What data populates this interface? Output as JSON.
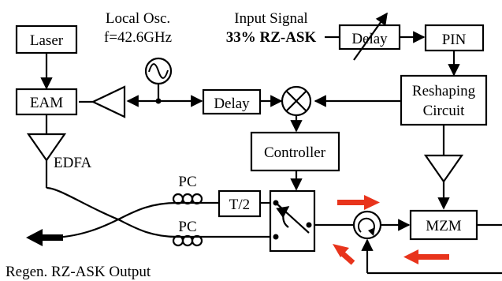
{
  "labels": {
    "laser": "Laser",
    "local_osc_line1": "Local Osc.",
    "local_osc_line2": "f=42.6GHz",
    "input_signal_line1": "Input Signal",
    "input_signal_line2": "33% RZ-ASK",
    "delay_top": "Delay",
    "pin": "PIN",
    "eam": "EAM",
    "delay_mid": "Delay",
    "reshaping_line1": "Reshaping",
    "reshaping_line2": "Circuit",
    "edfa": "EDFA",
    "controller": "Controller",
    "pc_top": "PC",
    "pc_bottom": "PC",
    "t_half": "T/2",
    "mzm": "MZM",
    "output": "Regen. RZ-ASK Output"
  },
  "colors": {
    "line": "#000000",
    "highlight_arrow": "#e8341c"
  },
  "icons": {
    "oscillator": "sine-wave-icon",
    "mixer": "multiplier-cross-icon",
    "circulator": "circulator-icon",
    "amplifier": "triangle-amplifier-icon"
  }
}
